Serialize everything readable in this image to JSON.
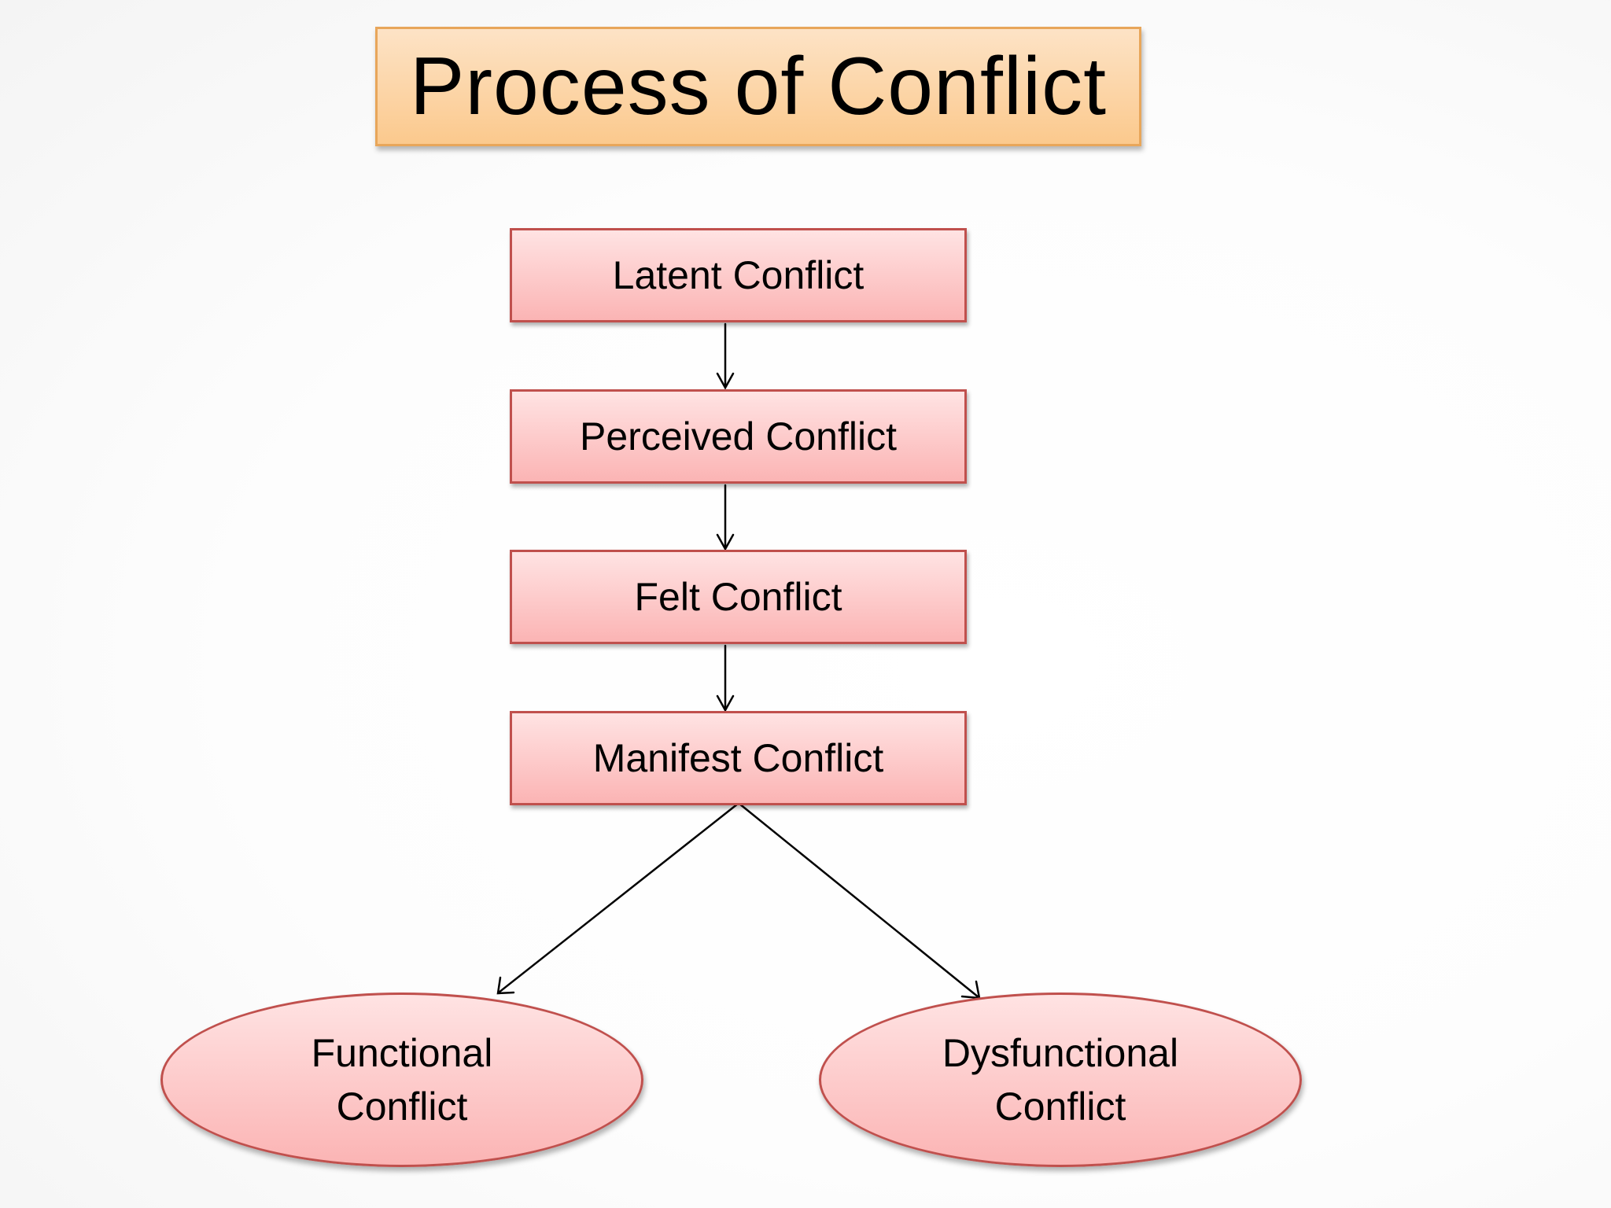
{
  "title": "Process of Conflict",
  "stages": {
    "latent": "Latent Conflict",
    "perceived": "Perceived Conflict",
    "felt": "Felt Conflict",
    "manifest": "Manifest Conflict"
  },
  "outcomes": {
    "functional": "Functional Conflict",
    "dysfunctional": "Dysfunctional Conflict"
  },
  "colors": {
    "title_fill_top": "#fde3c6",
    "title_fill_bottom": "#fbc98d",
    "title_border": "#e8a65a",
    "shape_fill_top": "#ffe3e3",
    "shape_fill_bottom": "#fbb4b4",
    "shape_border": "#c0504d",
    "connector": "#000000"
  }
}
